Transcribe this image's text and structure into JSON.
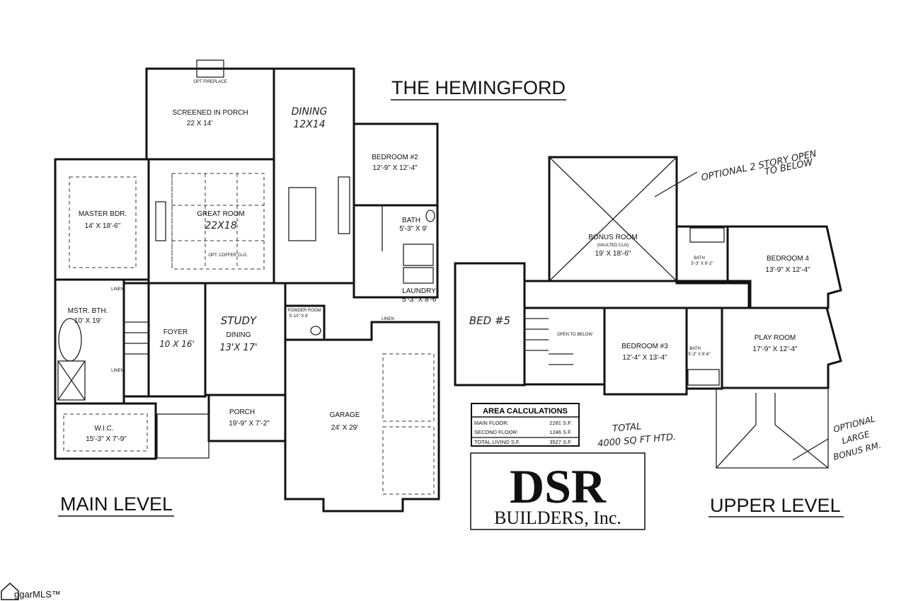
{
  "title": "THE HEMINGFORD",
  "main_level": {
    "caption": "MAIN LEVEL",
    "rooms": {
      "opt_fireplace": "OPT FIREPLACE",
      "porch_screened_name": "SCREENED IN PORCH",
      "porch_screened_dim": "22 X 14'",
      "dining_name": "DINING",
      "dining_dim": "12X14",
      "bedroom2_name": "BEDROOM #2",
      "bedroom2_dim": "12'-9\" X 12'-4\"",
      "master_name": "MASTER BDR.",
      "master_dim": "14' X 18'-6\"",
      "great_name": "GREAT ROOM",
      "great_dim": "22X18",
      "great_note": "OPT. COFFER CLG.",
      "bath_name": "BATH",
      "bath_dim": "5'-3\" X 9'",
      "mstr_bath_name": "MSTR. BTH.",
      "mstr_bath_dim": "10' X 19'",
      "linen_a": "LINEN",
      "linen_b": "LINEN",
      "linen_c": "LINEN",
      "laundry_name": "LAUNDRY",
      "laundry_dim": "5'-3\" X 8'-6\"",
      "study_hand": "STUDY",
      "study_dining": "DINING",
      "study_dim": "13'X 17'",
      "foyer_name": "FOYER",
      "foyer_dim": "10 X 16'",
      "powder_name": "POWDER ROOM",
      "powder_dim": "5'-10\" X 6'",
      "porch_name": "PORCH",
      "porch_dim": "19'-9\" X 7'-2\"",
      "garage_name": "GARAGE",
      "garage_dim": "24' X 29'",
      "wic_name": "W.I.C.",
      "wic_dim": "15'-3\" X 7'-9\""
    }
  },
  "upper_level": {
    "caption": "UPPER LEVEL",
    "rooms": {
      "bonus_name": "BONUS ROOM",
      "bonus_note": "(VAULTED CLG)",
      "bonus_dim": "19' X 18'-6\"",
      "bath_a_name": "BATH",
      "bath_a_dim": "5'-3\" X 8'-2\"",
      "bedroom4_name": "BEDROOM 4",
      "bedroom4_dim": "13'-9\" X 12'-4\"",
      "bed5_hand": "BED #5",
      "open_below": "OPEN TO BELOW",
      "bedroom3_name": "BEDROOM #3",
      "bedroom3_dim": "12'-4\" X 13'-4\"",
      "bath_b_name": "BATH",
      "bath_b_dim": "5'-3\" X 8'-6\"",
      "play_name": "PLAY ROOM",
      "play_dim": "17'-9\" X 12'-4\""
    },
    "note_open_1": "OPTIONAL 2 STORY OPEN",
    "note_open_2": "TO BELOW",
    "note_bonus_1": "OPTIONAL",
    "note_bonus_2": "LARGE",
    "note_bonus_3": "BONUS RM."
  },
  "area": {
    "heading": "AREA CALCULATIONS",
    "rows": [
      {
        "label": "MAIN FLOOR:",
        "value": "2281 S.F."
      },
      {
        "label": "SECOND FLOOR:",
        "value": "1246 S.F."
      },
      {
        "label": "TOTAL LIVING S.F.",
        "value": "3527 S.F."
      }
    ]
  },
  "total_note_1": "TOTAL",
  "total_note_2": "4000 SQ FT HTD.",
  "logo": {
    "main": "DSR",
    "sub": "BUILDERS, Inc."
  },
  "watermark": "ggarMLS™"
}
